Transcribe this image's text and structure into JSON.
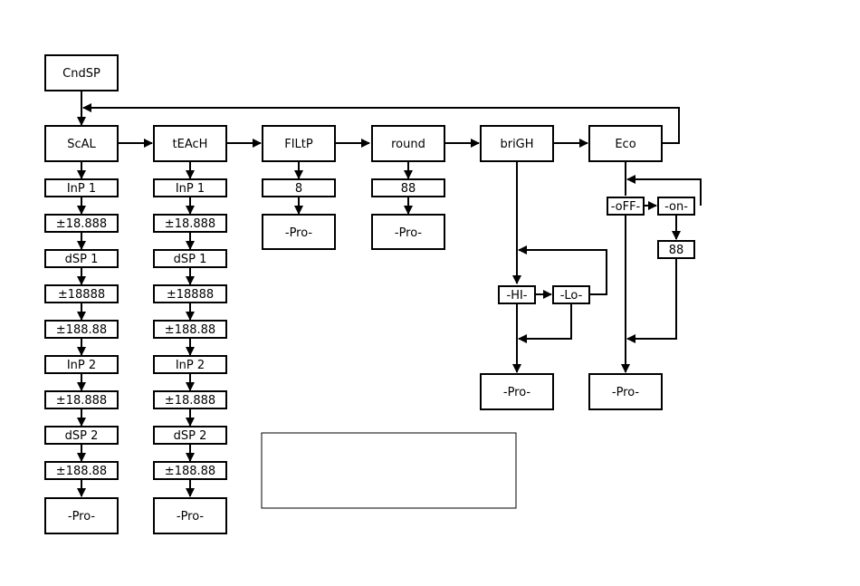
{
  "main_menu": {
    "cndsp": "CndSP",
    "items": [
      "ScAL",
      "tEAcH",
      "FILtP",
      "round",
      "briGH",
      "Eco"
    ]
  },
  "scal_steps": [
    "InP 1",
    "±18.888",
    "dSP 1",
    "±18888",
    "±188.88",
    "InP 2",
    "±18.888",
    "dSP 2",
    "±188.88",
    "-Pro-"
  ],
  "teach_steps": [
    "InP 1",
    "±18.888",
    "dSP 1",
    "±18888",
    "±188.88",
    "InP 2",
    "±18.888",
    "dSP 2",
    "±188.88",
    "-Pro-"
  ],
  "filtp_steps": [
    "8",
    "-Pro-"
  ],
  "round_steps": [
    "88",
    "-Pro-"
  ],
  "brigh": {
    "hi": "-HI-",
    "lo": "-Lo-",
    "pro": "-Pro-"
  },
  "eco": {
    "off": "-oFF-",
    "on": "-on-",
    "value": "88",
    "pro": "-Pro-"
  },
  "note_box": ""
}
